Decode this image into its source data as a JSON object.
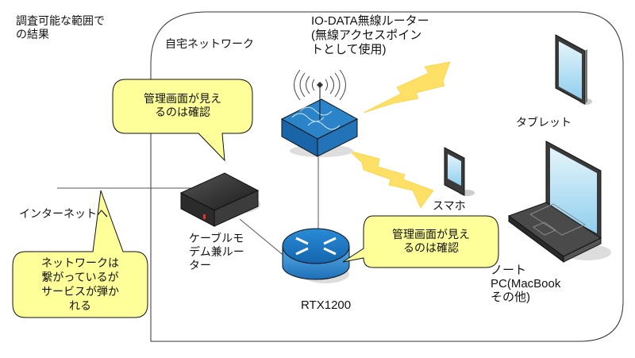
{
  "title": "調査可能な範囲で\nの結果",
  "home_network_label": "自宅ネットワーク",
  "internet_label": "インターネットへ",
  "devices": {
    "wireless_router": {
      "label": "IO-DATA無線ルーター\n(無線アクセスポイン\nトとして使用)",
      "icon": "wireless-access-point-icon"
    },
    "cable_modem": {
      "label": "ケーブルモ\nデム兼ルー\nター",
      "icon": "cable-modem-icon"
    },
    "rtx1200": {
      "label": "RTX1200",
      "icon": "router-icon"
    },
    "tablet": {
      "label": "タブレット",
      "icon": "tablet-icon"
    },
    "smartphone": {
      "label": "スマホ",
      "icon": "smartphone-icon"
    },
    "notebook": {
      "label": "ノート\nPC(MacBook\nその他)",
      "icon": "laptop-icon"
    }
  },
  "callouts": {
    "modem_note": "管理画面が見え\nるのは確認",
    "rtx_note": "管理画面が見え\nるのは確認",
    "internet_note": "ネットワークは\n繋がっているが\nサービスが弾か\nれる"
  },
  "colors": {
    "callout_fill": "#ffff99",
    "lightning_fill": "#ffe066",
    "router_blue": "#1f78c1",
    "device_dark": "#2b2b2b"
  }
}
